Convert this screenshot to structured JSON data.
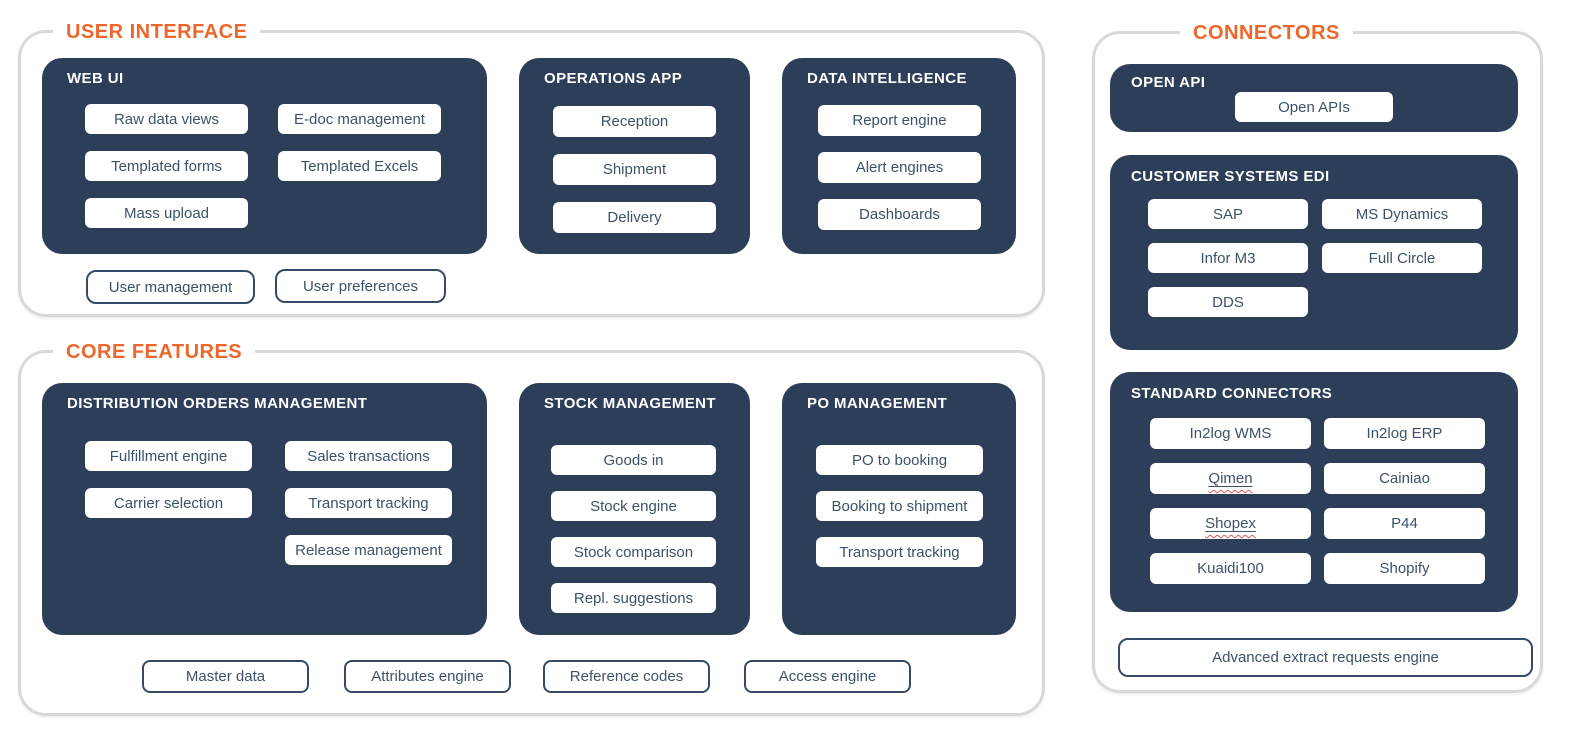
{
  "colors": {
    "navy_box": "#2d3e59",
    "button_text": "#3d5269",
    "orange_title": "#ec672c",
    "frame_border": "#d9d9d9",
    "outline_pill_border": "#344a66",
    "spellcheck_red": "#e25555"
  },
  "user_interface": {
    "title": "USER INTERFACE",
    "web_ui": {
      "title": "WEB UI",
      "col1": [
        "Raw data views",
        "Templated forms",
        "Mass upload"
      ],
      "col2": [
        "E-doc management",
        "Templated Excels"
      ]
    },
    "operations_app": {
      "title": "OPERATIONS APP",
      "buttons": [
        "Reception",
        "Shipment",
        "Delivery"
      ]
    },
    "data_intelligence": {
      "title": "DATA INTELLIGENCE",
      "buttons": [
        "Report engine",
        "Alert engines",
        "Dashboards"
      ]
    },
    "standalone": [
      "User management",
      "User preferences"
    ]
  },
  "core_features": {
    "title": "CORE FEATURES",
    "distribution_orders": {
      "title": "DISTRIBUTION ORDERS MANAGEMENT",
      "col1": [
        "Fulfillment engine",
        "Carrier selection"
      ],
      "col2": [
        "Sales transactions",
        "Transport tracking",
        "Release management"
      ]
    },
    "stock_management": {
      "title": "STOCK MANAGEMENT",
      "buttons": [
        "Goods in",
        "Stock engine",
        "Stock comparison",
        "Repl. suggestions"
      ]
    },
    "po_management": {
      "title": "PO MANAGEMENT",
      "buttons": [
        "PO to booking",
        "Booking to shipment",
        "Transport tracking"
      ]
    },
    "standalone": [
      "Master data",
      "Attributes engine",
      "Reference codes",
      "Access engine"
    ]
  },
  "connectors": {
    "title": "CONNECTORS",
    "open_api": {
      "title": "OPEN API",
      "buttons": [
        "Open APIs"
      ]
    },
    "customer_systems_edi": {
      "title": "CUSTOMER SYSTEMS EDI",
      "col1": [
        "SAP",
        "Infor M3",
        "DDS"
      ],
      "col2": [
        "MS Dynamics",
        "Full Circle"
      ]
    },
    "standard_connectors": {
      "title": "STANDARD CONNECTORS",
      "col1": [
        "In2log WMS",
        "Qimen",
        "Shopex",
        "Kuaidi100"
      ],
      "col2": [
        "In2log ERP",
        "Cainiao",
        "P44",
        "Shopify"
      ]
    },
    "spellcheck_marked": [
      "Qimen",
      "Shopex"
    ],
    "standalone": [
      "Advanced extract requests engine"
    ]
  }
}
